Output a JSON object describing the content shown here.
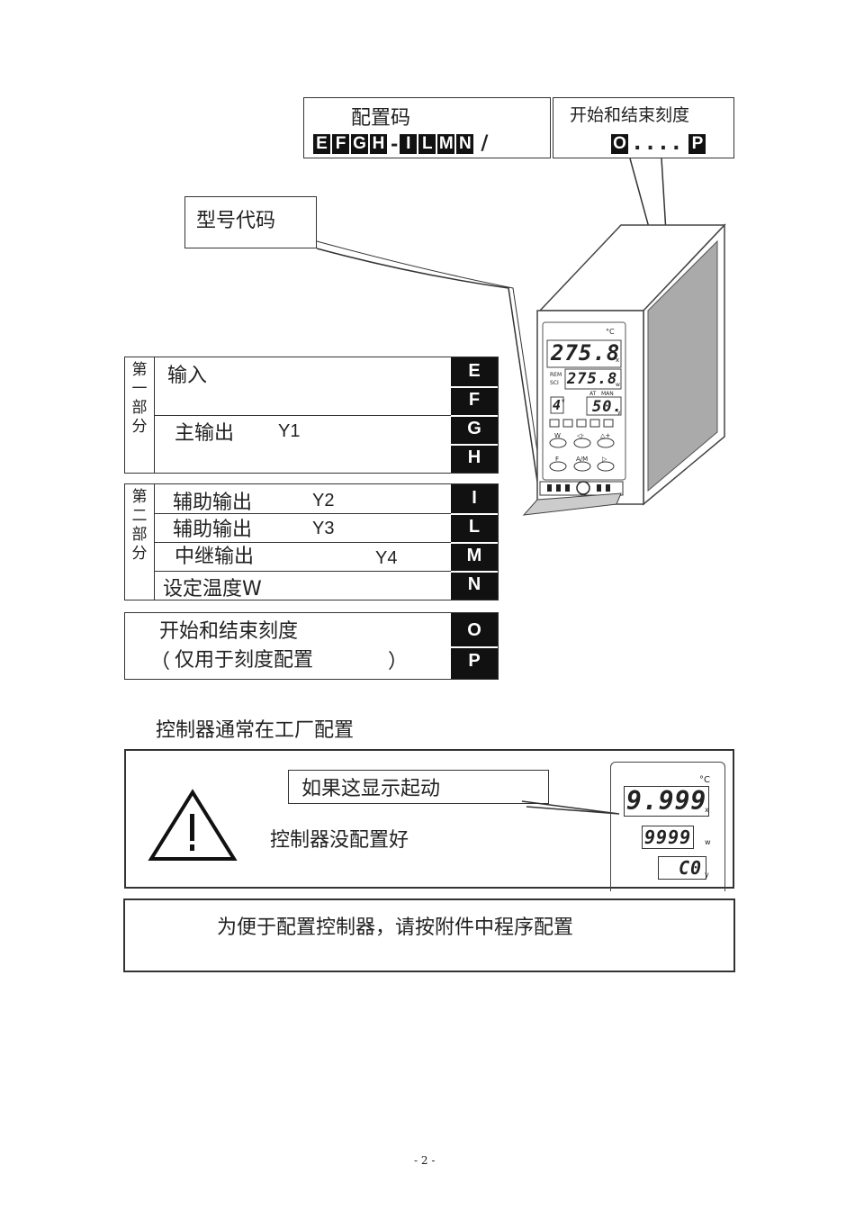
{
  "config_code_box": {
    "title": "配置码",
    "letters": [
      "E",
      "F",
      "G",
      "H"
    ],
    "letters2": [
      "I",
      "L",
      "M",
      "N"
    ],
    "dash": "-",
    "slash": "/"
  },
  "scale_box": {
    "title": "开始和结束刻度",
    "start": "O",
    "dots": "....",
    "end": "P"
  },
  "model_code_label": "型号代码",
  "device": {
    "unit_c": "°C",
    "pv": "275.8",
    "pv_sub": "x",
    "rem": "REM",
    "sci": "SCI",
    "sp": "275.8",
    "sp_sub": "w",
    "out": "4",
    "out_sub": "v",
    "at": "AT",
    "man": "MAN",
    "out_val": "50.",
    "out_val_sub": "y",
    "btn_w": "W",
    "btn_left": "◁-",
    "btn_up": "△+",
    "btn_f": "F",
    "btn_am": "A/M",
    "btn_right": "▷"
  },
  "part1": {
    "side": [
      "第",
      "一",
      "部",
      "分"
    ],
    "input_label": "输入",
    "main_output_label": "主输出",
    "main_output_code": "Y1",
    "letters": [
      "E",
      "F",
      "G",
      "H"
    ]
  },
  "part2": {
    "side": [
      "第",
      "二",
      "部",
      "分"
    ],
    "rows": [
      {
        "label": "辅助输出",
        "code": "Y2"
      },
      {
        "label": "辅助输出",
        "code": "Y3"
      },
      {
        "label": "中继输出",
        "code": "Y4"
      },
      {
        "label": "设定温度W",
        "code": ""
      }
    ],
    "letters": [
      "I",
      "L",
      "M",
      "N"
    ]
  },
  "part3": {
    "line1": "开始和结束刻度",
    "line2_open": "（",
    "line2": "仅用于刻度配置",
    "line2_close": "）",
    "letters": [
      "O",
      "P"
    ]
  },
  "factory_note": "控制器通常在工厂配置",
  "warning": {
    "callout": "如果这显示起动",
    "text": "控制器没配置好",
    "display_unit": "°C",
    "d1": "9.999",
    "d1_sub": "x",
    "d2": "9999",
    "d2_sub": "w",
    "d3": "C0",
    "d3_sub": "y"
  },
  "instruction": "为便于配置控制器，请按附件中程序配置",
  "page_number": "- 2 -"
}
